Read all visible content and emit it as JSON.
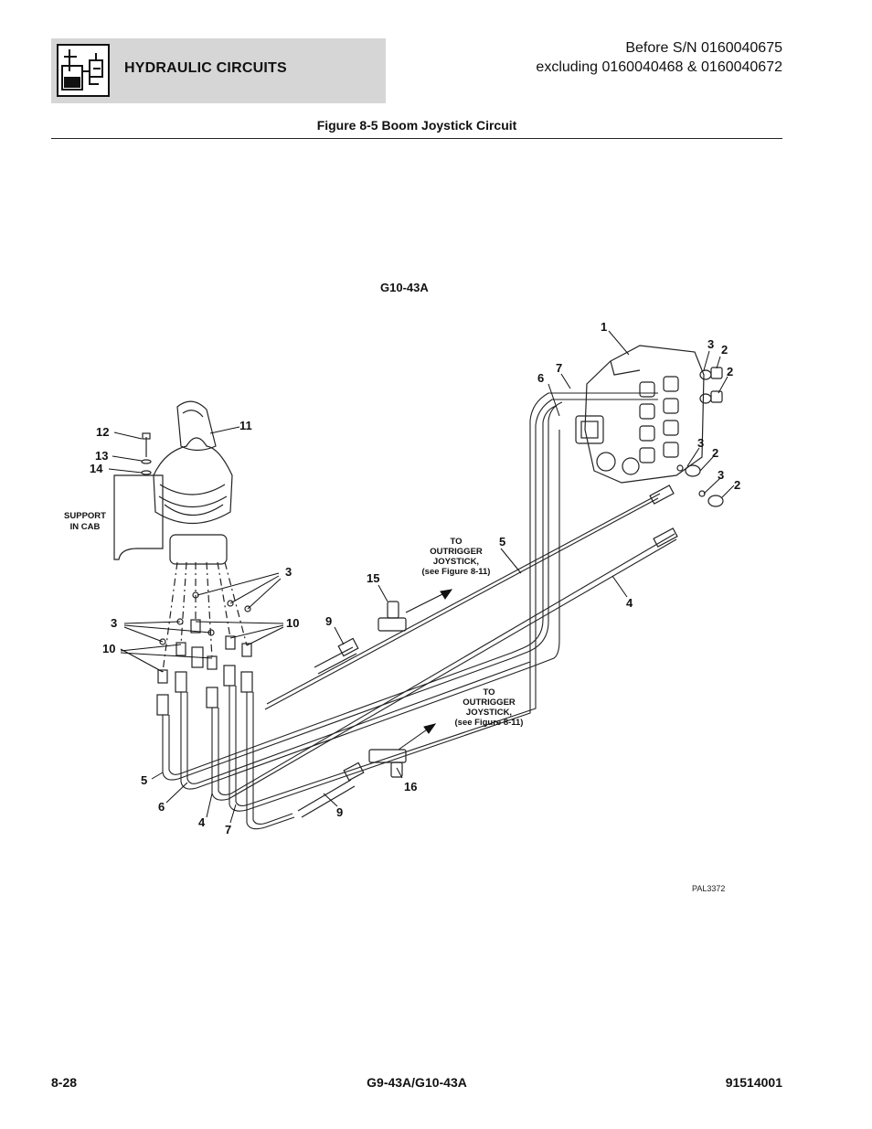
{
  "header": {
    "section_title": "HYDRAULIC CIRCUITS",
    "icon": "hydraulic-circuit-icon",
    "serial_line1": "Before S/N 0160040675",
    "serial_line2": "excluding 0160040468 & 0160040672"
  },
  "figure": {
    "title": "Figure 8-5 Boom Joystick Circuit",
    "model_label": "G10-43A",
    "support_label": [
      "SUPPORT",
      "IN CAB"
    ],
    "outrigger_note_upper": [
      "TO",
      "OUTRIGGER",
      "JOYSTICK,",
      "(see Figure 8-11)"
    ],
    "outrigger_note_lower": [
      "TO",
      "OUTRIGGER",
      "JOYSTICK,",
      "(see Figure 8-11)"
    ],
    "reference_code": "PAL3372",
    "callouts": {
      "valve": "1",
      "elbow": "2",
      "o_ring": "3",
      "hose_4": "4",
      "hose_5": "5",
      "hose_6": "6",
      "hose_7": "7",
      "hose_9": "9",
      "adapter": "10",
      "joystick": "11",
      "bolt": "12",
      "lockwasher": "13",
      "washer": "14",
      "tee_15": "15",
      "tee_16": "16"
    }
  },
  "footer": {
    "page_number": "8-28",
    "model": "G9-43A/G10-43A",
    "document_number": "91514001"
  }
}
